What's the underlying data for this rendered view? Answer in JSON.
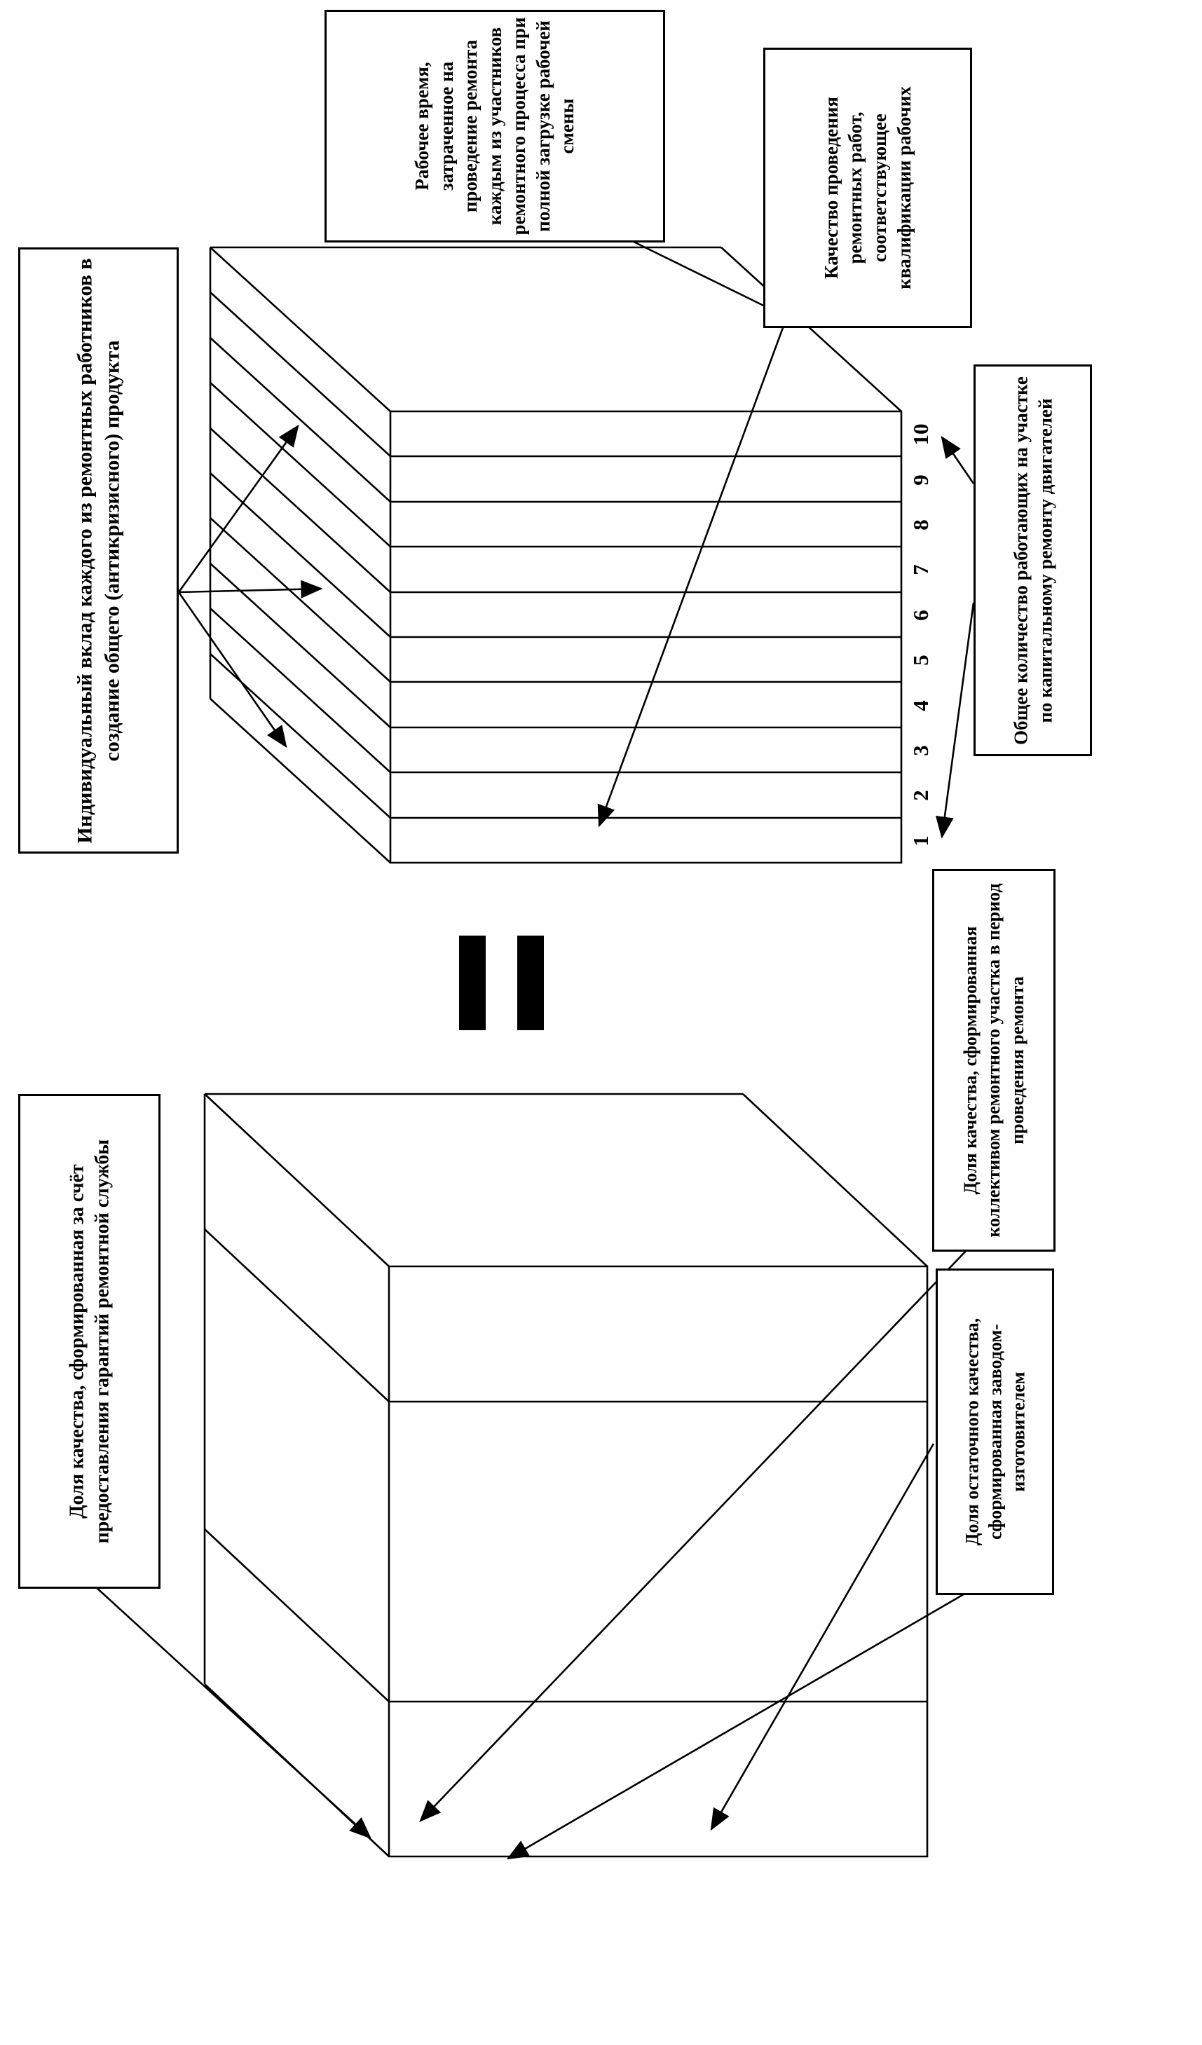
{
  "figure": {
    "language": "ru",
    "equals_symbol": "=",
    "colors": {
      "line": "#000000",
      "background": "#ffffff"
    }
  },
  "labels": {
    "individual_contribution": "Индивидуальный вклад каждого из ремонтных работников в создание общего (антикризисного) продукта",
    "working_time": "Рабочее время, затраченное на проведение ремонта каждым из участников ремонтного процесса при полной загрузке рабочей смены",
    "repair_quality": "Качество проведения ремонтных работ, соответствующее квалификации рабочих",
    "total_workers": "Общее количество работающих на участке по капитальному ремонту двигателей",
    "warranty_share": "Доля качества, сформированная за счёт предоставления гарантий ремонтной службы",
    "collective_share": "Доля качества, сформированная коллективом ремонтного участка в период проведения ремонта",
    "residual_share": "Доля остаточного качества, сформированная заводом-изготовителем"
  },
  "scale": [
    "1",
    "2",
    "3",
    "4",
    "5",
    "6",
    "7",
    "8",
    "9",
    "10"
  ]
}
